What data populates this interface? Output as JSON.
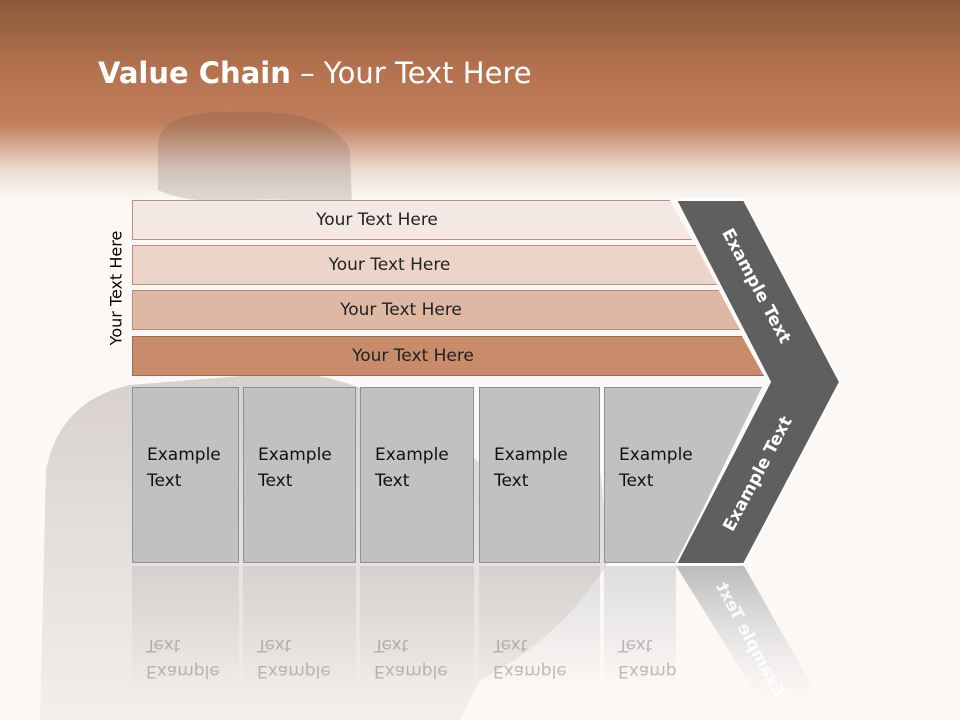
{
  "title": {
    "bold": "Value Chain",
    "rest": " – Your Text Here"
  },
  "side_label": "Your Text Here",
  "bars": [
    "Your Text Here",
    "Your Text Here",
    "Your Text Here",
    "Your Text Here"
  ],
  "boxes": [
    {
      "line1": "Example",
      "line2": "Text"
    },
    {
      "line1": "Example",
      "line2": "Text"
    },
    {
      "line1": "Example",
      "line2": "Text"
    },
    {
      "line1": "Example",
      "line2": "Text"
    },
    {
      "line1": "Example",
      "line2": "Text"
    }
  ],
  "chevron": {
    "upper": "Example Text",
    "lower": "Example Text"
  },
  "colors": {
    "header": "#b5724f",
    "chevron": "#5f5f5f",
    "box": "#c1c1c1"
  }
}
